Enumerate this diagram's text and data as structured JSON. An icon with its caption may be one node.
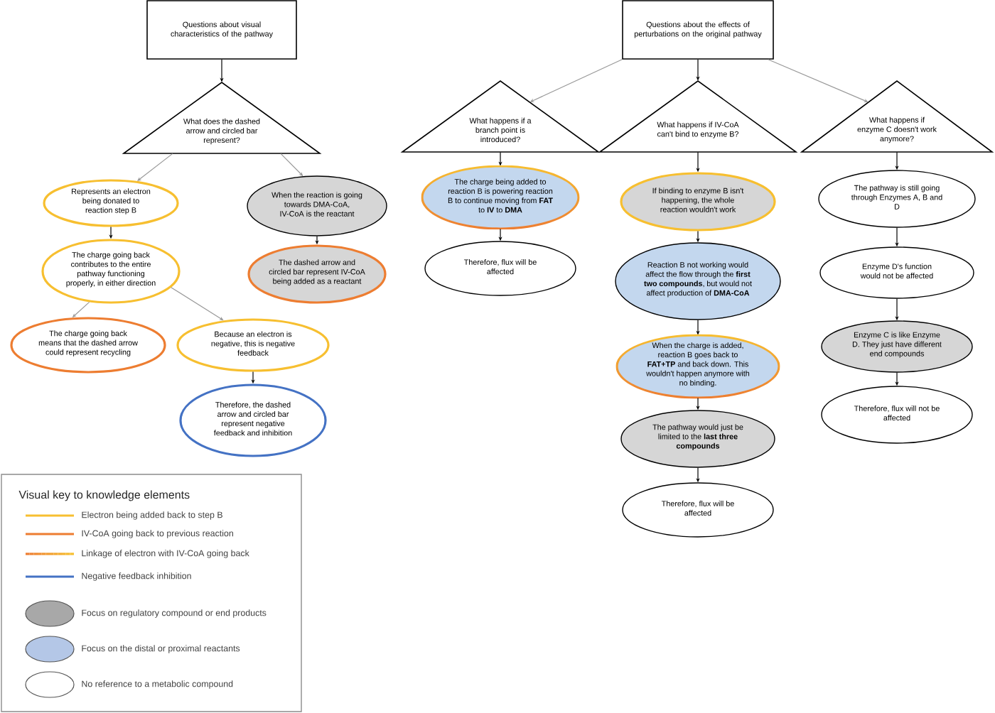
{
  "diagram": {
    "nodes": [
      {
        "text": [
          "Questions about visual characteristics of the pathway"
        ]
      },
      {
        "text": [
          "What does the dashed arrow and circled bar represent?"
        ]
      },
      {
        "text": [
          "Represents an electron being donated to reaction step B"
        ]
      },
      {
        "text": [
          "When the reaction is going towards DMA-CoA, IV-CoA is the reactant"
        ]
      },
      {
        "text": [
          "The charge going back contributes to the entire pathway functioning properly, in either direction"
        ]
      },
      {
        "text": [
          "The dashed arrow and circled bar represent IV-CoA being added as a reactant"
        ]
      },
      {
        "text": [
          "The charge going back means that the dashed arrow could represent recycling"
        ]
      },
      {
        "text": [
          "Because an electron is negative, this is negative feedback"
        ]
      },
      {
        "text": [
          "Therefore, the dashed arrow and circled bar represent negative feedback and inhibition"
        ]
      },
      {
        "text": [
          "Questions about the effects of perturbations on the original pathway"
        ]
      },
      {
        "text": [
          "What happens if a branch point is introduced?"
        ]
      },
      {
        "text": [
          "The charge being added to reaction B is powering reaction B to continue moving from **FAT** to **IV** to **DMA**"
        ]
      },
      {
        "text": [
          "Therefore, flux will be affected"
        ]
      },
      {
        "text": [
          "What happens if IV-CoA can't bind to enzyme B?"
        ]
      },
      {
        "text": [
          "If binding to enzyme B isn't happening, the whole reaction wouldn't work"
        ]
      },
      {
        "text": [
          "Reaction B not working would affect the flow through the **first two compounds**, but would not affect production of **DMA-CoA**"
        ]
      },
      {
        "text": [
          "When the charge is added, reaction B goes back to **FAT+TP** and back down. This wouldn't happen anymore with no binding."
        ]
      },
      {
        "text": [
          "The pathway would just be limited to the **last three compounds**"
        ]
      },
      {
        "text": [
          "Therefore, flux will be affected"
        ]
      },
      {
        "text": [
          "What happens if enzyme C doesn't work anymore?"
        ]
      },
      {
        "text": [
          "The pathway is still going through Enzymes A, B and D"
        ]
      },
      {
        "text": [
          "Enzyme D's function would not be affected"
        ]
      },
      {
        "text": [
          "Enzyme C is like Enzyme D. They just have different end compounds"
        ]
      },
      {
        "text": [
          "Therefore, flux will not be affected"
        ]
      }
    ],
    "edges": [
      {
        "from": 0,
        "to": 1,
        "arrow": "to"
      },
      {
        "from": 1,
        "to": 2,
        "arrow": "to",
        "color": "#999999"
      },
      {
        "from": 1,
        "to": 3,
        "arrow": "to",
        "color": "#999999"
      },
      {
        "from": 2,
        "to": 4,
        "arrow": "to"
      },
      {
        "from": 3,
        "to": 5,
        "arrow": "to"
      },
      {
        "from": 4,
        "to": 6,
        "arrow": "to",
        "color": "#999999"
      },
      {
        "from": 4,
        "to": 7,
        "arrow": "to",
        "color": "#999999"
      },
      {
        "from": 7,
        "to": 8,
        "arrow": "to"
      },
      {
        "from": 9,
        "to": 10,
        "arrow": "to",
        "color": "#999999"
      },
      {
        "from": 9,
        "to": 13,
        "arrow": "to"
      },
      {
        "from": 9,
        "to": 19,
        "arrow": "to",
        "color": "#999999"
      },
      {
        "from": 10,
        "to": 11,
        "arrow": "to"
      },
      {
        "from": 11,
        "to": 12,
        "arrow": "to"
      },
      {
        "from": 13,
        "to": 14,
        "arrow": "to"
      },
      {
        "from": 14,
        "to": 15,
        "arrow": "to"
      },
      {
        "from": 15,
        "to": 16,
        "arrow": "to"
      },
      {
        "from": 16,
        "to": 17,
        "arrow": "to"
      },
      {
        "from": 17,
        "to": 18,
        "arrow": "to"
      },
      {
        "from": 19,
        "to": 20,
        "arrow": "to"
      },
      {
        "from": 20,
        "to": 21,
        "arrow": "to"
      },
      {
        "from": 21,
        "to": 22,
        "arrow": "to"
      },
      {
        "from": 22,
        "to": 23,
        "arrow": "to"
      }
    ],
    "labels": [
      "Visual key to knowledge elements"
    ],
    "legend": [
      {
        "text": "Electron being added back to step B"
      },
      {
        "text": "IV-CoA going back to previous reaction"
      },
      {
        "text": "Linkage of electron with IV-CoA going back"
      },
      {
        "text": "Negative feedback inhibition"
      },
      {
        "text": "Focus on regulatory compound or end products"
      },
      {
        "text": "Focus on the distal or proximal reactants"
      },
      {
        "text": "No reference to a metabolic compound"
      }
    ]
  }
}
